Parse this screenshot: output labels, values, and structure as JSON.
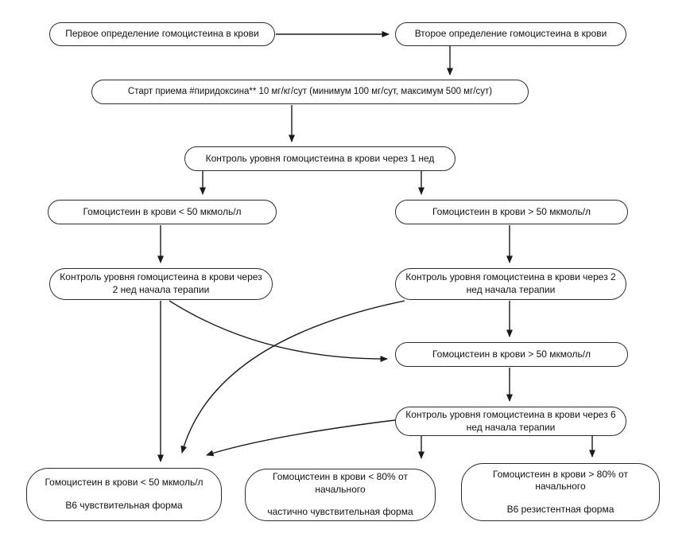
{
  "diagram": {
    "language": "ru",
    "colors": {
      "background": "#ffffff",
      "node_fill": "#ffffff",
      "node_border": "#2b2b2b",
      "text": "#111111",
      "arrow": "#1a1a1a"
    },
    "nodes": {
      "first_test": {
        "label": "Первое определение гомоцистеина в крови"
      },
      "second_test": {
        "label": "Второе определение гомоцистеина в крови"
      },
      "start_pyridoxine": {
        "label": "Старт приема #пиридоксина** 10 мг/кг/сут (минимум 100 мг/сут, максимум 500 мг/сут)"
      },
      "control_1_week": {
        "label": "Контроль уровня гомоцистеина в крови через 1 нед"
      },
      "hcy_below_50": {
        "label": "Гомоцистеин в крови < 50 мкмоль/л"
      },
      "hcy_above_50_left_branch": {
        "label": "Гомоцистеин в крови > 50 мкмоль/л"
      },
      "control_2_weeks_left": {
        "label": "Контроль уровня гомоцистеина в крови через 2 нед начала терапии"
      },
      "control_2_weeks_right": {
        "label": "Контроль уровня гомоцистеина в крови через 2 нед начала терапии"
      },
      "hcy_above_50_after_2_weeks": {
        "label": "Гомоцистеин в крови > 50 мкмоль/л"
      },
      "control_6_weeks": {
        "label": "Контроль уровня гомоцистеина в крови через 6 нед начала терапии"
      },
      "b6_sensitive": {
        "label": "Гомоцистеин в крови < 50 мкмоль/л",
        "label2": "В6 чувствительная форма"
      },
      "partially_sensitive": {
        "label": "Гомоцистеин в крови < 80% от начального",
        "label2": "частично чувствительная форма"
      },
      "b6_resistant": {
        "label": "Гомоцистеин в крови > 80% от начального",
        "label2": "В6 резистентная форма"
      }
    },
    "edges": [
      {
        "from": "first_test",
        "to": "second_test"
      },
      {
        "from": "second_test",
        "to": "start_pyridoxine"
      },
      {
        "from": "start_pyridoxine",
        "to": "control_1_week"
      },
      {
        "from": "control_1_week",
        "to": "hcy_below_50"
      },
      {
        "from": "control_1_week",
        "to": "hcy_above_50_left_branch"
      },
      {
        "from": "hcy_below_50",
        "to": "control_2_weeks_left"
      },
      {
        "from": "hcy_above_50_left_branch",
        "to": "control_2_weeks_right"
      },
      {
        "from": "control_2_weeks_left",
        "to": "b6_sensitive"
      },
      {
        "from": "control_2_weeks_left",
        "to": "hcy_above_50_after_2_weeks"
      },
      {
        "from": "control_2_weeks_right",
        "to": "hcy_above_50_after_2_weeks"
      },
      {
        "from": "control_2_weeks_right",
        "to": "b6_sensitive"
      },
      {
        "from": "hcy_above_50_after_2_weeks",
        "to": "control_6_weeks"
      },
      {
        "from": "control_6_weeks",
        "to": "b6_sensitive"
      },
      {
        "from": "control_6_weeks",
        "to": "partially_sensitive"
      },
      {
        "from": "control_6_weeks",
        "to": "b6_resistant"
      }
    ]
  }
}
